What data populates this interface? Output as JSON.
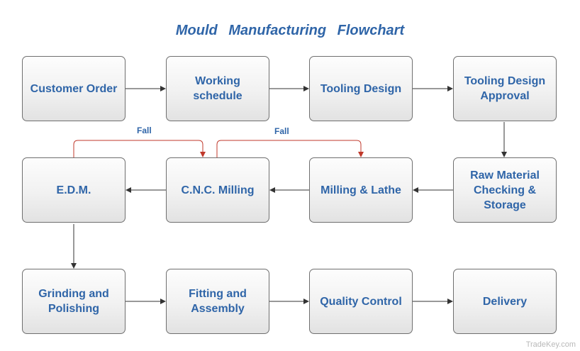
{
  "title": "Mould   Manufacturing   Flowchart",
  "steps": {
    "customer_order": "Customer Order",
    "working_schedule": "Working\nschedule",
    "tooling_design": "Tooling Design",
    "tooling_design_approval": "Tooling Design\nApproval",
    "raw_material": "Raw Material\nChecking &\nStorage",
    "milling_lathe": "Milling & Lathe",
    "cnc_milling": "C.N.C. Milling",
    "edm": "E.D.M.",
    "grinding_polishing": "Grinding and\nPolishing",
    "fitting_assembly": "Fitting and\nAssembly",
    "quality_control": "Quality Control",
    "delivery": "Delivery"
  },
  "fall_labels": [
    "Fall",
    "Fall"
  ],
  "colors": {
    "text": "#2f65a8",
    "arrow": "#333333",
    "fall_arrow": "#c0392b"
  },
  "watermark": "TradeKey.com"
}
